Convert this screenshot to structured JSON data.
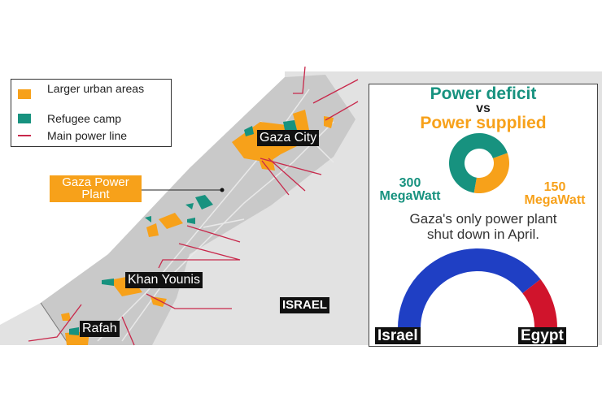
{
  "legend": {
    "items": [
      {
        "label": "Larger urban areas",
        "color": "#f7a11a"
      },
      {
        "label": "Refugee camp",
        "color": "#17927f"
      },
      {
        "label": "Main power line",
        "color": "#c8284b"
      }
    ]
  },
  "map": {
    "places": {
      "gaza_city": "Gaza City",
      "khan_younis": "Khan Younis",
      "rafah": "Rafah",
      "israel": "ISRAEL"
    },
    "power_plant_label": "Gaza Power Plant",
    "colors": {
      "land": "#e2e2e2",
      "strip": "#c9c9c9",
      "roads": "#ececec"
    }
  },
  "panel": {
    "title_line1": "Power deficit",
    "title_vs": "vs",
    "title_line2": "Power supplied",
    "deficit": {
      "value": 300,
      "unit": "MegaWatt",
      "color": "#17927f"
    },
    "supplied": {
      "value": 150,
      "unit": "MegaWatt",
      "color": "#f7a11a"
    },
    "note": "Gaza's only power plant shut down in April.",
    "sources": [
      {
        "label": "Israel",
        "share": 0.79,
        "color": "#1f3fc4"
      },
      {
        "label": "Egypt",
        "share": 0.21,
        "color": "#d0142c"
      }
    ]
  }
}
